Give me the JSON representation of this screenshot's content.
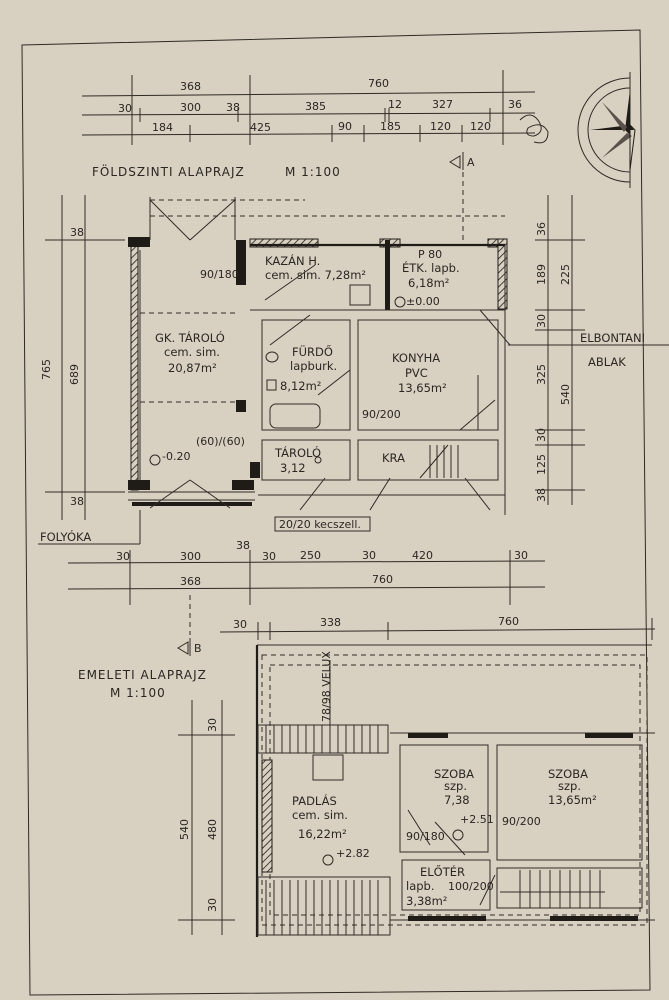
{
  "ground_floor": {
    "title": "FÖLDSZINTI ALAPRAJZ",
    "scale": "M 1:100",
    "section_marker": "A",
    "top_dims_row1": [
      "368",
      "760"
    ],
    "top_dims_row2": [
      "30",
      "300",
      "38",
      "385",
      "12",
      "327",
      "36"
    ],
    "top_dims_row3": [
      "184",
      "425",
      "90",
      "185",
      "120",
      "120"
    ],
    "left_dims": [
      "38",
      "765",
      "689",
      "38"
    ],
    "right_dims": [
      "36",
      "189",
      "225",
      "30",
      "325",
      "540",
      "30",
      "125",
      "38"
    ],
    "bottom_dims_row1": [
      "30",
      "300",
      "38",
      "30",
      "250",
      "30",
      "420",
      "30"
    ],
    "bottom_dims_row2": [
      "368",
      "760"
    ],
    "rooms": {
      "garage": {
        "name": "GK. TÁROLÓ",
        "floor": "cem. sim.",
        "area": "20,87m²",
        "level": "-0.20",
        "opening_a": "90/180",
        "opening_b": "(60)/(60)"
      },
      "boiler": {
        "name": "KAZÁN H.",
        "floor": "cem. sim. 7,28m²"
      },
      "dining": {
        "name": "ÉTK. lapb.",
        "area": "6,18m²",
        "level": "±0.00",
        "note": "P 80"
      },
      "bath": {
        "name": "FÜRDŐ",
        "floor": "lapburk.",
        "area": "8,12m²"
      },
      "kitchen": {
        "name": "KONYHA",
        "floor": "PVC",
        "area": "13,65m²",
        "door": "90/200"
      },
      "storage": {
        "name": "TÁROLÓ",
        "area": "3,12"
      },
      "kra": {
        "name": "KRA"
      }
    },
    "notes": [
      "ELBONTANI",
      "ABLAK",
      "FOLYÓKA",
      "20/20 kecszell."
    ]
  },
  "upper_floor": {
    "title": "EMELETI ALAPRAJZ",
    "scale": "M 1:100",
    "section_marker": "B",
    "top_dims": [
      "30",
      "338",
      "760"
    ],
    "left_dims": [
      "30",
      "540",
      "480",
      "30"
    ],
    "velux": "78/98 VELUX",
    "rooms": {
      "attic": {
        "name": "PADLÁS",
        "floor": "cem. sim.",
        "area": "16,22m²",
        "level": "+2.82"
      },
      "room_small": {
        "name": "SZOBA",
        "floor": "szp.",
        "area": "7,38",
        "level": "+2.51",
        "door": "90/180"
      },
      "room_large": {
        "name": "SZOBA",
        "floor": "szp.",
        "area": "13,65m²",
        "door": "90/200"
      },
      "hall": {
        "name": "ELŐTÉR",
        "floor": "lapb.",
        "area": "3,38m²",
        "door": "100/200"
      }
    }
  },
  "colors": {
    "paper": "#d8d1c2",
    "ink": "#2a2622"
  }
}
